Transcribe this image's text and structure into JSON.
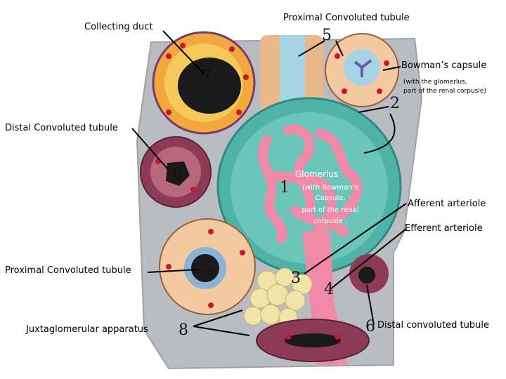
{
  "labels": {
    "collecting_duct": "Collecting duct",
    "pct_top": "Proximal Convoluted tubule",
    "bowmans_capsule": "Bowman’s capsule",
    "bowmans_note_1": "(with the glomerlus,",
    "bowmans_note_2": "part of the renal corpusle)",
    "dct_left": "Distal Convoluted tubule",
    "afferent": "Afferent arteriole",
    "efferent": "Efferent arteriole",
    "pct_left": "Proximal Convoluted tubule",
    "jga": "Juxtaglomerular apparatus",
    "dct_bottom": "Distal convoluted tubule"
  },
  "glomerulus": {
    "title": "Glomerlus",
    "line1": "(with Bowman’s",
    "line2": "Capsule,",
    "line3": "part of the renal",
    "line4": "corpusle ."
  },
  "numbers": {
    "n7": "7",
    "n5_top": "5",
    "n2": "2",
    "n6_left": "6",
    "n1": "1",
    "n5_left": "5",
    "n3": "3",
    "n4": "4",
    "n8": "8",
    "n6_bottom": "6"
  },
  "colors": {
    "capsule_teal": "#4fb3a8",
    "glomerulus_pink": "#f08aa8",
    "tubule_orange": "#f2a83c",
    "connective_gray": "#b9bcc0",
    "nucleus_red": "#c8172c",
    "jga_cream": "#f1e4a8",
    "lumen_black": "#1a1a1a"
  }
}
